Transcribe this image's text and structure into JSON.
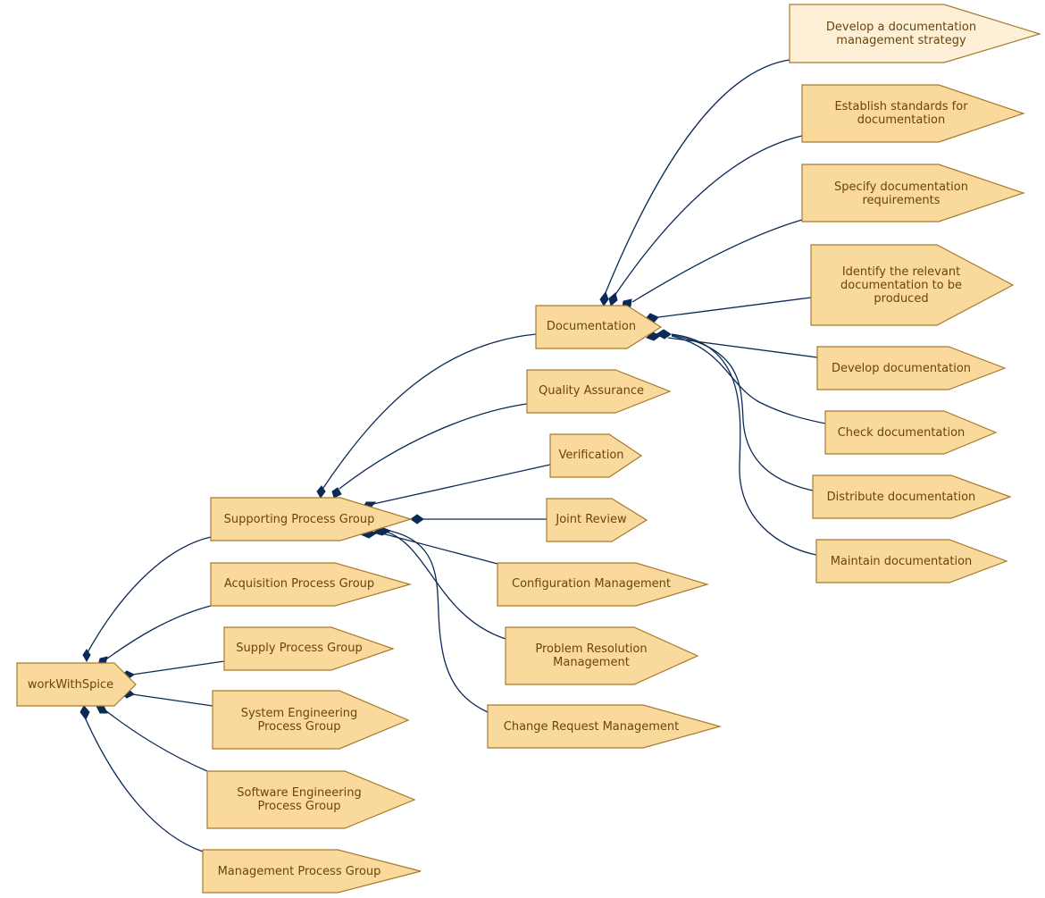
{
  "colors": {
    "node_fill": "#fad99c",
    "node_fill_highlight": "#fef0d6",
    "node_stroke": "#a87a2c",
    "node_text": "#6b4410",
    "edge": "#0b2a55"
  },
  "nodes": {
    "workwithspice": {
      "lines": [
        "workWithSpice"
      ]
    },
    "supporting": {
      "lines": [
        "Supporting Process Group"
      ]
    },
    "acquisition": {
      "lines": [
        "Acquisition Process Group"
      ]
    },
    "supply": {
      "lines": [
        "Supply Process Group"
      ]
    },
    "syseng": {
      "lines": [
        "System Engineering",
        "Process Group"
      ]
    },
    "sweng": {
      "lines": [
        "Software Engineering",
        "Process Group"
      ]
    },
    "management": {
      "lines": [
        "Management Process Group"
      ]
    },
    "documentation": {
      "lines": [
        "Documentation"
      ]
    },
    "qa": {
      "lines": [
        "Quality Assurance"
      ]
    },
    "verification": {
      "lines": [
        "Verification"
      ]
    },
    "jointreview": {
      "lines": [
        "Joint Review"
      ]
    },
    "configmgmt": {
      "lines": [
        "Configuration Management"
      ]
    },
    "problem": {
      "lines": [
        "Problem Resolution",
        "Management"
      ]
    },
    "changereq": {
      "lines": [
        "Change Request Management"
      ]
    },
    "docstrategy": {
      "lines": [
        "Develop a documentation",
        "management strategy"
      ]
    },
    "standards": {
      "lines": [
        "Establish standards for",
        "documentation"
      ]
    },
    "specify": {
      "lines": [
        "Specify documentation",
        "requirements"
      ]
    },
    "identify": {
      "lines": [
        "Identify the relevant",
        "documentation to be",
        "produced"
      ]
    },
    "developdoc": {
      "lines": [
        "Develop documentation"
      ]
    },
    "checkdoc": {
      "lines": [
        "Check documentation"
      ]
    },
    "distributedoc": {
      "lines": [
        "Distribute documentation"
      ]
    },
    "maintaindoc": {
      "lines": [
        "Maintain documentation"
      ]
    }
  }
}
